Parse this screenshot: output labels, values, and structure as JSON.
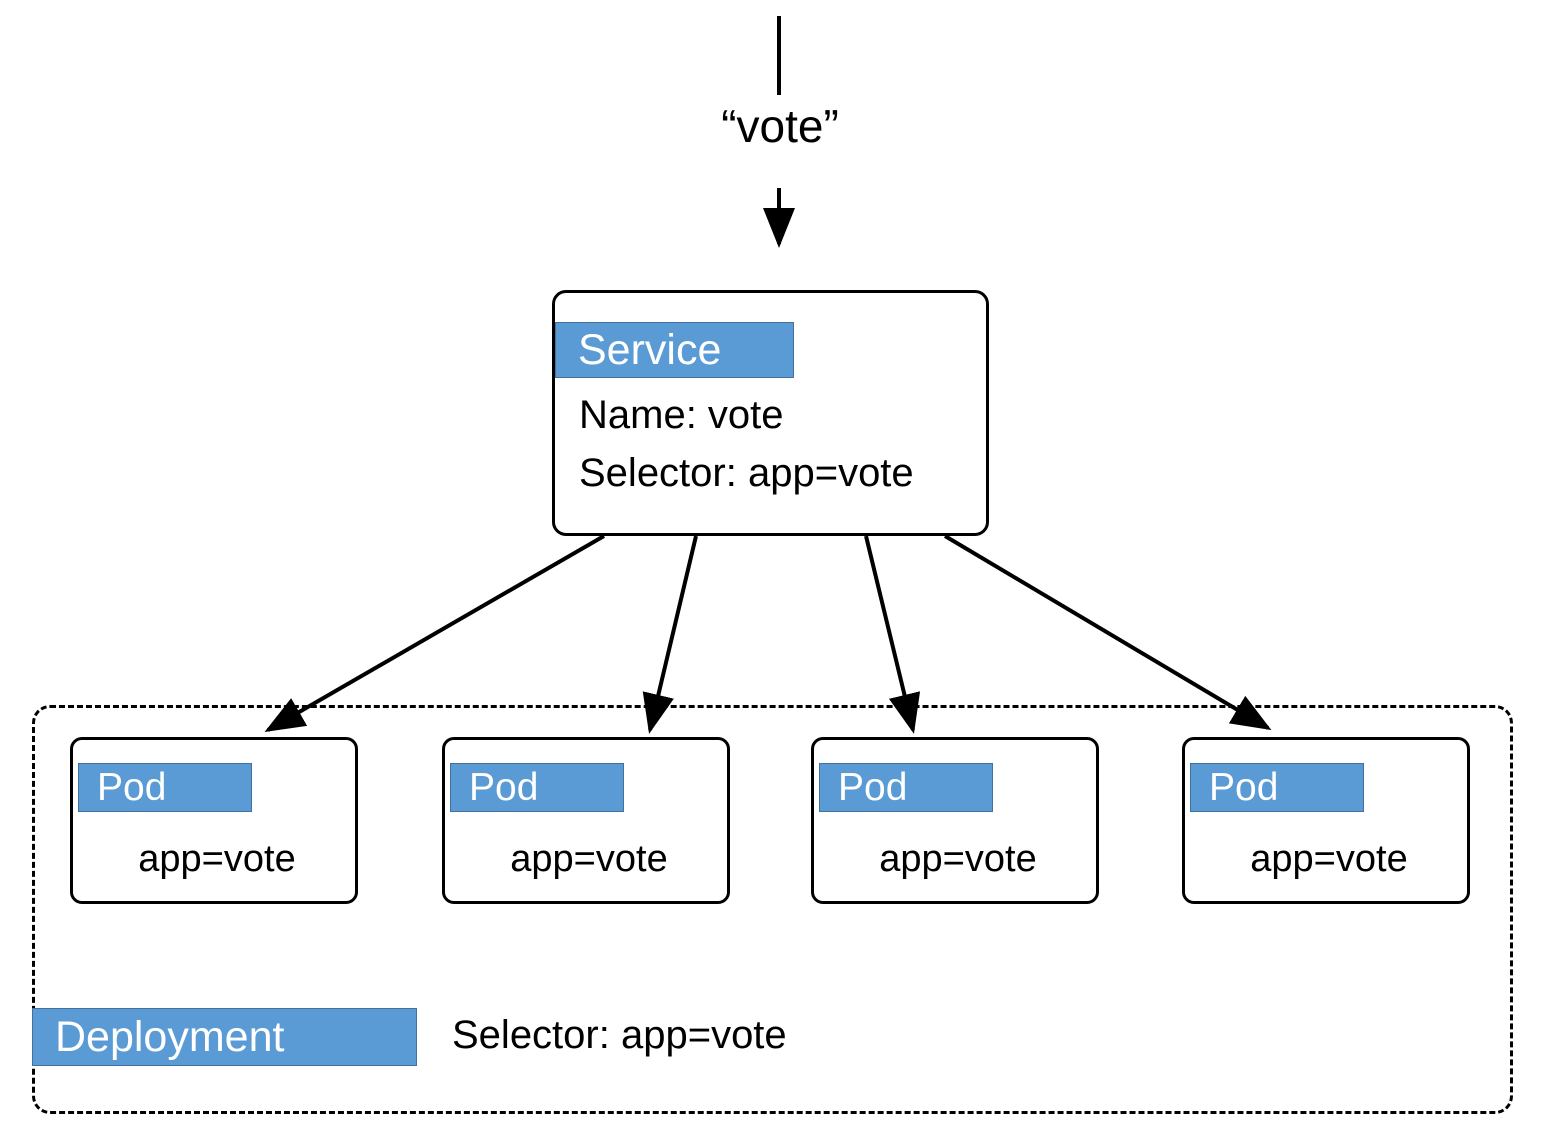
{
  "diagram": {
    "title": "Kubernetes Service to Pod selector routing",
    "colors": {
      "badge_fill": "#5B9BD5",
      "badge_stroke": "#41719C",
      "badge_text": "#FFFFFF",
      "line": "#000000",
      "background": "#FFFFFF"
    }
  },
  "ingress": {
    "label": "“vote”",
    "icon": "down-arrow-icon"
  },
  "service": {
    "badge_label": "Service",
    "name_line": "Name: vote",
    "selector_line": "Selector: app=vote"
  },
  "pods": [
    {
      "badge_label": "Pod",
      "label": "app=vote"
    },
    {
      "badge_label": "Pod",
      "label": "app=vote"
    },
    {
      "badge_label": "Pod",
      "label": "app=vote"
    },
    {
      "badge_label": "Pod",
      "label": "app=vote"
    }
  ],
  "deployment": {
    "badge_label": "Deployment",
    "selector_line": "Selector: app=vote"
  }
}
